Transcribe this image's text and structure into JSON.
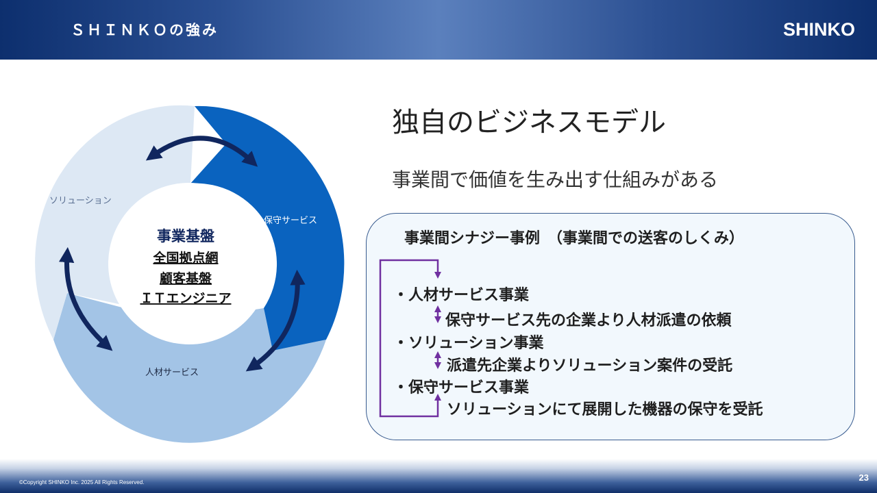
{
  "header": {
    "section_title": "ＳＨＩＮＫＯの強み",
    "logo_text": "SHINKO"
  },
  "cycle": {
    "segments": [
      "ソリューション",
      "保守サービス",
      "人材サービス"
    ],
    "center": {
      "heading": "事業基盤",
      "items": [
        "全国拠点網",
        "顧客基盤",
        "ＩＴエンジニア"
      ]
    },
    "colors": {
      "solution": "#dde8f4",
      "maintenance": "#0a63bf",
      "staffing": "#a3c4e6",
      "arrows": "#10265e"
    }
  },
  "main": {
    "title": "独自のビジネスモデル",
    "subtitle": "事業間で価値を生み出す仕組みがある"
  },
  "synergy": {
    "header": "事業間シナジー事例　（事業間での送客のしくみ）",
    "businesses": [
      {
        "name": "・人材サービス事業",
        "detail": "保守サービス先の企業より人材派遣の依頼"
      },
      {
        "name": "・ソリューション事業",
        "detail": "派遣先企業よりソリューション案件の受託"
      },
      {
        "name": "・保守サービス事業",
        "detail": "ソリューションにて展開した機器の保守を受託"
      }
    ],
    "arrow_color": "#7030a0"
  },
  "footer": {
    "copyright": "©Copyright SHINKO Inc. 2025 All Rights Reserved.",
    "page_number": "23"
  }
}
